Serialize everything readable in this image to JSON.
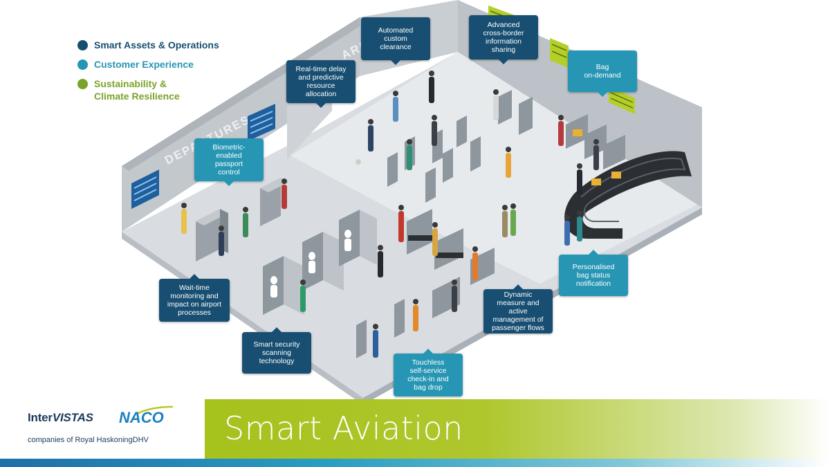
{
  "colors": {
    "smart_assets": "#174e71",
    "customer_experience": "#2796b4",
    "sustainability": "#7aa32a",
    "banner_green": "#a6c21d"
  },
  "legend": {
    "items": [
      {
        "label": "Smart Assets & Operations",
        "color": "#174e71"
      },
      {
        "label": "Customer Experience",
        "color": "#2796b4"
      },
      {
        "label": "Sustainability &\nClimate Resilience",
        "color": "#7aa32a"
      }
    ]
  },
  "signs": {
    "departures": "DEPARTURES",
    "arrivals": "ARRIVALS"
  },
  "callouts": {
    "automated_custom_clearance": "Automated\ncustom\nclearance",
    "cross_border": "Advanced\ncross-border\ninformation\nsharing",
    "bag_on_demand": "Bag\non-demand",
    "real_time_delay": "Real-time delay\nand predictive\nresource\nallocation",
    "biometric": "Biometric-\nenabled\npassport\ncontrol",
    "wait_time": "Wait-time\nmonitoring and\nimpact on airport\nprocesses",
    "smart_security": "Smart security\nscanning\ntechnology",
    "touchless": "Touchless\nself-service\ncheck-in and\nbag drop",
    "dynamic_measure": "Dynamic\nmeasure and active\nmanagement of\npassenger flows",
    "bag_status": "Personalised\nbag status\nnotification"
  },
  "footer": {
    "brand_part1": "Inter",
    "brand_part2": "VISTAS",
    "partner": "NACO",
    "tagline": "companies of Royal HaskoningDHV",
    "banner_title": "Smart Aviation"
  }
}
